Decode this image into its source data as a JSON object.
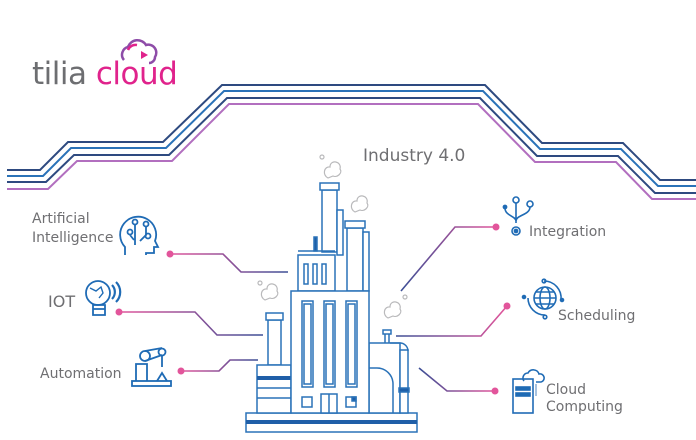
{
  "logo": {
    "word1": "tilia",
    "word2": "cloud"
  },
  "title": "Industry 4.0",
  "left_items": [
    {
      "label_line1": "Artificial",
      "label_line2": "Intelligence",
      "icon": "ai-head-icon"
    },
    {
      "label": "IOT",
      "icon": "iot-bulb-icon"
    },
    {
      "label": "Automation",
      "icon": "robot-arm-icon"
    }
  ],
  "right_items": [
    {
      "label": "Integration",
      "icon": "usb-integration-icon"
    },
    {
      "label": "Scheduling",
      "icon": "globe-cycle-icon"
    },
    {
      "label_line1": "Cloud",
      "label_line2": "Computing",
      "icon": "cloud-server-icon"
    }
  ],
  "colors": {
    "navy": "#2e4a80",
    "blue": "#2a72b8",
    "pink": "#e0238c",
    "purple": "#b26fbf",
    "gray": "#6f6f72"
  }
}
